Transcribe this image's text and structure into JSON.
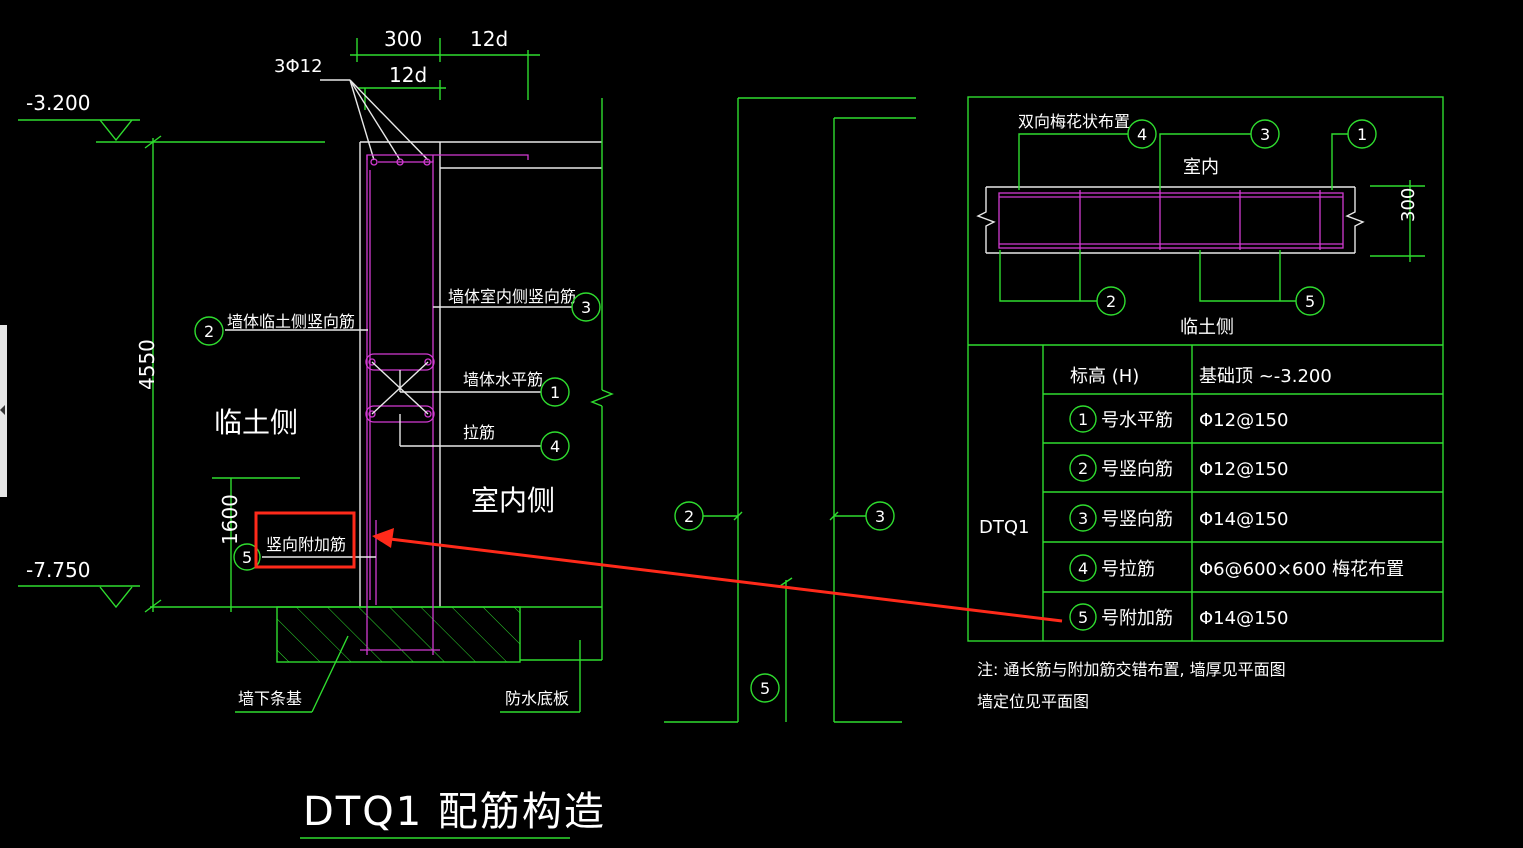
{
  "title": "DTQ1 配筋构造",
  "section": {
    "dim_300": "300",
    "dim_12d_top": "12d",
    "dim_12d_inner": "12d",
    "bar_3phi12": "3Φ12",
    "elev_top": "-3.200",
    "elev_bottom": "-7.750",
    "height_4550": "4550",
    "height_1600": "1600",
    "soil_side": "临土侧",
    "indoor_side": "室内侧",
    "label_wall_soil_vertical": "墙体临土侧竖向筋",
    "label_wall_indoor_vertical": "墙体室内侧竖向筋",
    "label_wall_horizontal": "墙体水平筋",
    "label_tie": "拉筋",
    "label_added_vertical": "竖向附加筋",
    "label_strip_footing": "墙下条基",
    "label_waterproof_slab": "防水底板",
    "callouts": {
      "c1": "1",
      "c2": "2",
      "c3": "3",
      "c4": "4",
      "c5": "5"
    }
  },
  "elevation": {
    "callouts": {
      "c2": "2",
      "c3": "3",
      "c5": "5"
    }
  },
  "plan": {
    "label_plum_layout": "双向梅花状布置",
    "label_indoor": "室内",
    "label_soil": "临土侧",
    "dim_300": "300",
    "callouts": {
      "c1": "1",
      "c2": "2",
      "c3": "3",
      "c4": "4",
      "c5": "5"
    }
  },
  "table": {
    "wall_id": "DTQ1",
    "header_label": "标高 (H)",
    "header_value": "基础顶 ~-3.200",
    "rows": [
      {
        "num": "1",
        "name": "号水平筋",
        "value": "Φ12@150"
      },
      {
        "num": "2",
        "name": "号竖向筋",
        "value": "Φ12@150"
      },
      {
        "num": "3",
        "name": "号竖向筋",
        "value": "Φ14@150"
      },
      {
        "num": "4",
        "name": "号拉筋",
        "value": "Φ6@600×600  梅花布置"
      },
      {
        "num": "5",
        "name": "号附加筋",
        "value": "Φ14@150"
      }
    ],
    "note_line1": "注: 通长筋与附加筋交错布置, 墙厚见平面图",
    "note_line2": "墙定位见平面图"
  },
  "colors": {
    "line": "#2fdc2f",
    "rebar": "#d23ad2",
    "highlight": "#ff2a1a",
    "background": "#000000"
  }
}
